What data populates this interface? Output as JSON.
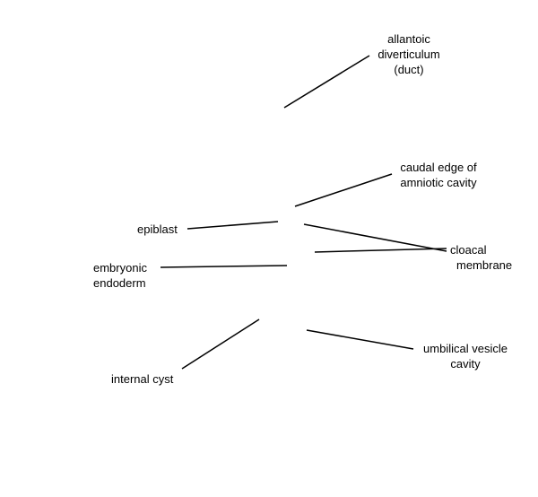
{
  "labels": {
    "allantoic": [
      "allantoic",
      "diverticulum",
      "(duct)"
    ],
    "caudal_edge": [
      "caudal edge of",
      "amniotic cavity"
    ],
    "epiblast": "epiblast",
    "cloacal": [
      "cloacal",
      "membrane"
    ],
    "embryonic_endoderm": [
      "embryonic",
      "endoderm"
    ],
    "umbilical": [
      "umbilical vesicle",
      "cavity"
    ],
    "internal_cyst": "internal cyst"
  },
  "colors": {
    "line": "#000000",
    "background": "#ffffff",
    "text": "#000000"
  }
}
